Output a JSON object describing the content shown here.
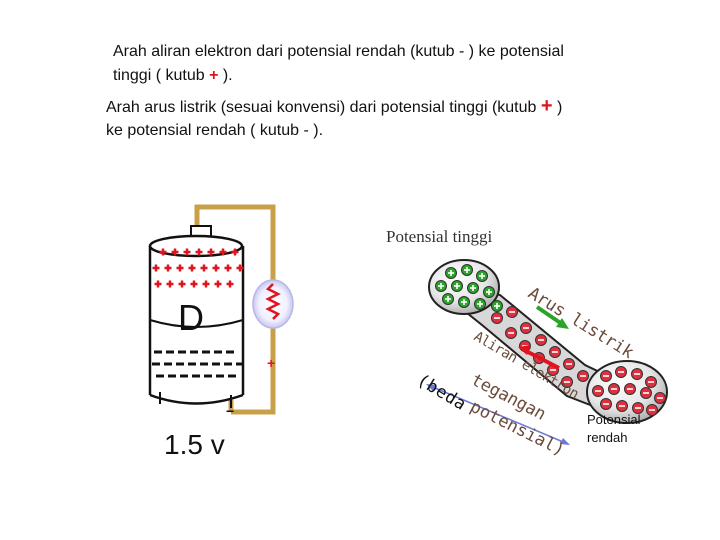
{
  "text": {
    "line1": "Arah aliran elektron  dari potensial rendah (kutub  - ) ke potensial",
    "line2_a": "tinggi ( kutub ",
    "line2_plus": "+",
    "line2_b": " ).",
    "line3_a": "Arah arus listrik (sesuai konvensi) dari potensial tinggi (kutub ",
    "line3_plus": "+",
    "line3_b": " )",
    "line4": "ke potensial rendah ( kutub - )."
  },
  "battery": {
    "letter": "D",
    "voltage": "1.5 v",
    "plus_sign": "+",
    "minus_sign": "−"
  },
  "diagram": {
    "high_label": "Potensial tinggi",
    "low_label_1": "Potensial",
    "low_label_2": "rendah",
    "arus": [
      "A",
      "r",
      "u",
      "s",
      " ",
      "l",
      "i",
      "s",
      "t",
      "r",
      "i",
      "k"
    ],
    "aliran": [
      "A",
      "l",
      "i",
      "r",
      "a",
      "n",
      " ",
      "e",
      "l",
      "e",
      "k",
      "t",
      "r",
      "o",
      "n"
    ],
    "beda1": [
      "(",
      "b",
      "e",
      "d",
      "a"
    ],
    "tegangan": [
      "t",
      "e",
      "g",
      "a",
      "n",
      "g",
      "a",
      "n"
    ],
    "potensial": [
      "p",
      "o",
      "t",
      "e",
      "n",
      "s",
      "i",
      "a",
      "l",
      ")"
    ]
  },
  "colors": {
    "wire": "#c9a04a",
    "text_red": "#e0141e",
    "arrow_green": "#2aa52a",
    "arrow_red": "#e0141e",
    "arrow_blue": "#6c78d8",
    "plus_ball": "#2aa52a",
    "minus_ball": "#e03040",
    "label_brown": "#6b4a3a"
  }
}
